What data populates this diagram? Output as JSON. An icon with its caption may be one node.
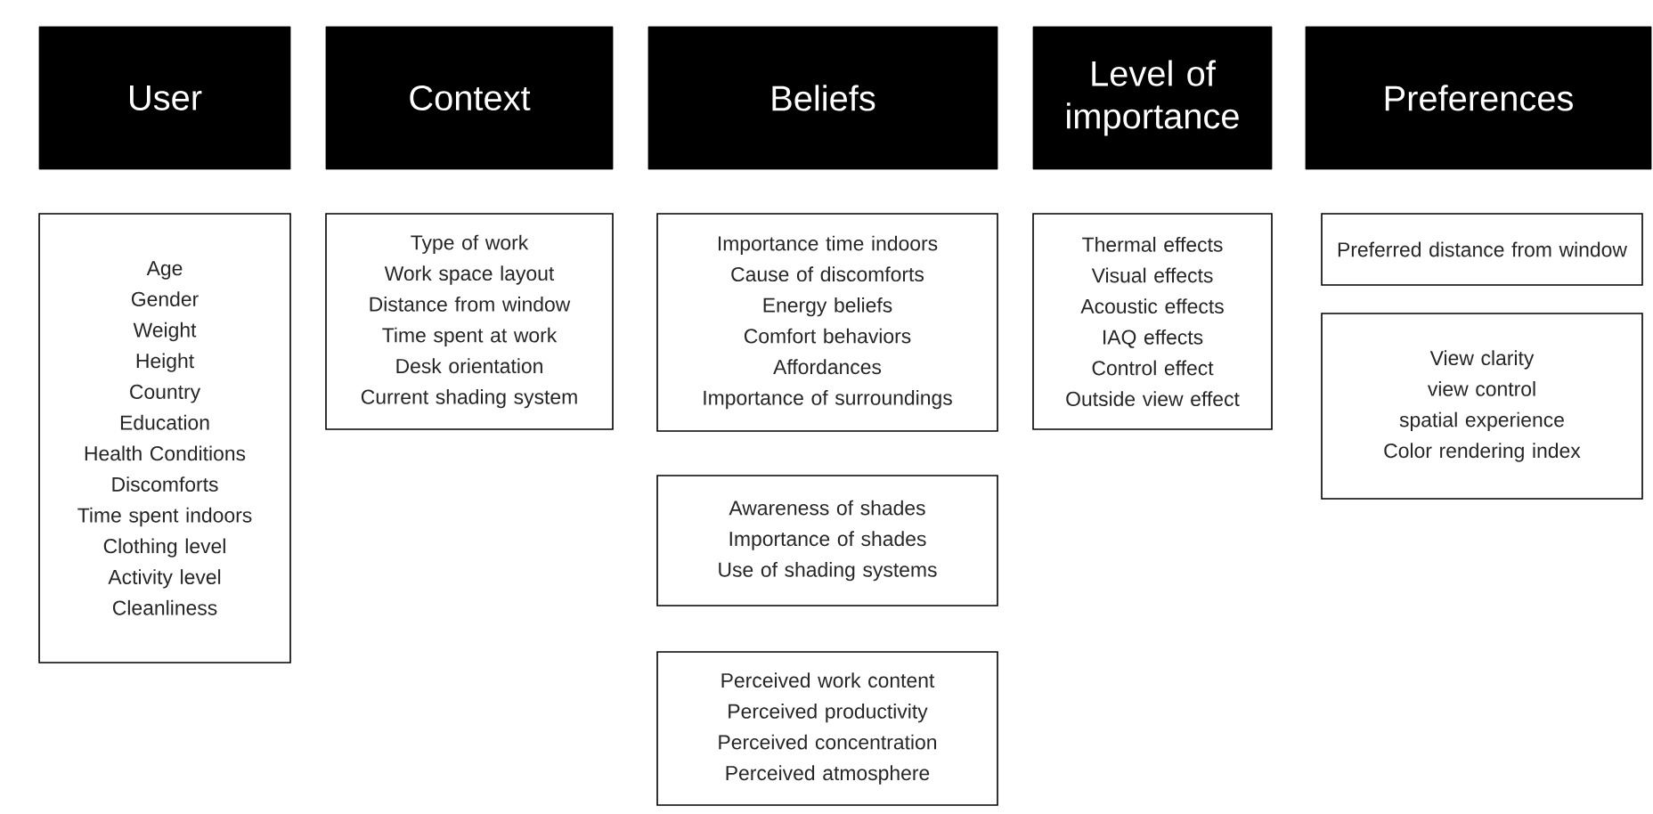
{
  "diagram": {
    "nodes": [
      {
        "text": [
          "User"
        ]
      },
      {
        "text": [
          "Context"
        ]
      },
      {
        "text": [
          "Beliefs"
        ]
      },
      {
        "text": [
          "Level of importance"
        ]
      },
      {
        "text": [
          "Preferences"
        ]
      },
      {
        "text": [
          "Age",
          "Gender",
          "Weight",
          "Height",
          "Country",
          "Education",
          "Health Conditions",
          "Discomforts",
          "Time spent indoors",
          "Clothing level",
          "Activity level",
          "Cleanliness"
        ]
      },
      {
        "text": [
          "Type of work",
          "Work space layout",
          "Distance from window",
          "Time spent at work",
          "Desk orientation",
          "Current shading system"
        ]
      },
      {
        "text": [
          "Importance time indoors",
          "Cause of discomforts",
          "Energy beliefs",
          "Comfort behaviors",
          "Affordances",
          "Importance of surroundings"
        ]
      },
      {
        "text": [
          "Thermal effects",
          "Visual effects",
          "Acoustic effects",
          "IAQ effects",
          "Control effect",
          "Outside view effect"
        ]
      },
      {
        "text": [
          "Preferred distance from window"
        ]
      },
      {
        "text": [
          "View clarity",
          "view control",
          "spatial experience",
          "Color rendering index"
        ]
      },
      {
        "text": [
          "Awareness of shades",
          "Importance of shades",
          "Use of shading systems"
        ]
      },
      {
        "text": [
          "Perceived work content",
          "Perceived productivity",
          "Perceived concentration",
          "Perceived atmosphere"
        ]
      }
    ]
  }
}
